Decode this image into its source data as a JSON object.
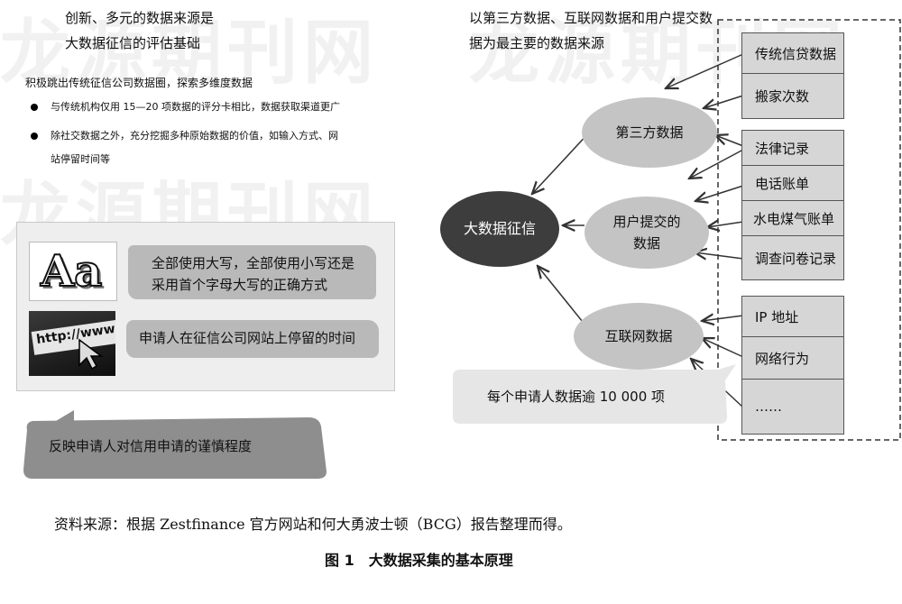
{
  "left": {
    "heading_line1": "创新、多元的数据来源是",
    "heading_line2": "大数据征信的评估基础",
    "subheading": "积极跳出传统征信公司数据圈，探索多维度数据",
    "bullets": [
      "与传统机构仅用 15—20 项数据的评分卡相比，数据获取渠道更广",
      "除社交数据之外，充分挖掘多种原始数据的价值，如输入方式、网站停留时间等"
    ],
    "bullet2_line1": "除社交数据之外，充分挖掘多种原始数据的价值，如输入方式、网",
    "bullet2_line2": "站停留时间等",
    "image1_text": "Aa",
    "image2_text": "http://www",
    "bubble1_line1": "全部使用大写，全部使用小写还是",
    "bubble1_line2": "采用首个字母大写的正确方式",
    "bubble2": "申请人在征信公司网站上停留的时间",
    "bubble3": "反映申请人对信用申请的谨慎程度"
  },
  "right": {
    "heading_line1": "以第三方数据、互联网数据和用户提交数",
    "heading_line2": "据为最主要的数据来源",
    "center_node": "大数据征信",
    "node_third_party": "第三方数据",
    "node_user_line1": "用户提交的",
    "node_user_line2": "数据",
    "node_internet": "互联网数据",
    "group_third_party": [
      "传统信贷数据",
      "搬家次数"
    ],
    "group_user": [
      "法律记录",
      "电话账单",
      "水电煤气账单",
      "调查问卷记录"
    ],
    "group_internet": [
      "IP 地址",
      "网络行为",
      "……"
    ],
    "callout": "每个申请人数据逾 10 000 项"
  },
  "footer": {
    "source": "资料来源：根据 Zestfinance 官方网站和何大勇波士顿（BCG）报告整理而得。",
    "caption": "图 1　大数据采集的基本原理"
  },
  "watermark": [
    "龙源期刊网",
    "龙源期刊网",
    "龙源期刊网"
  ],
  "colors": {
    "center_node": "#3d3d3d",
    "node": "#c4c4c4",
    "box": "#d6d6d6",
    "bubble": "#b9b9b9",
    "panel": "#eeeeee"
  }
}
